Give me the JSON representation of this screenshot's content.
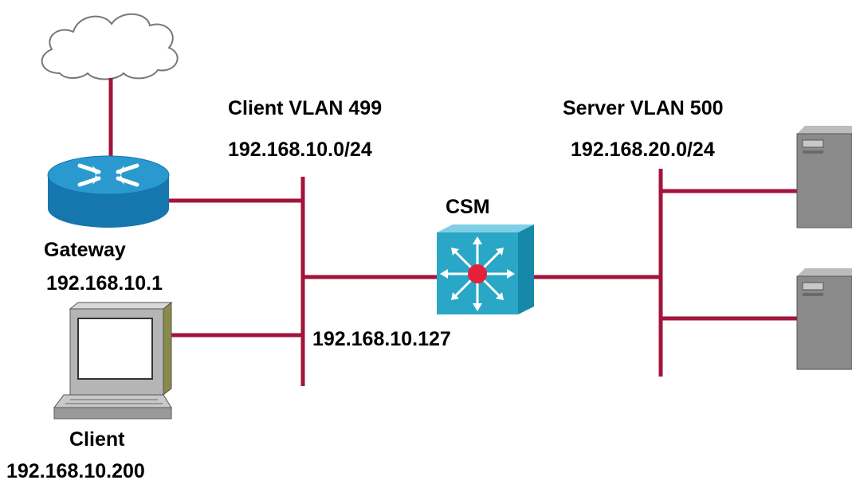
{
  "client_vlan": {
    "name": "Client VLAN 499",
    "subnet": "192.168.10.0/24"
  },
  "server_vlan": {
    "name": "Server VLAN 500",
    "subnet": "192.168.20.0/24"
  },
  "csm": {
    "label": "CSM",
    "address": "192.168.10.127"
  },
  "gateway": {
    "label": "Gateway",
    "address": "192.168.10.1"
  },
  "client": {
    "label": "Client",
    "address": "192.168.10.200"
  },
  "colors": {
    "link": "#a3143c",
    "router_blue": "#1e8cc2",
    "switch_teal": "#2aa7c6",
    "server_gray": "#8a8a8a",
    "accent_red": "#e5203b"
  }
}
